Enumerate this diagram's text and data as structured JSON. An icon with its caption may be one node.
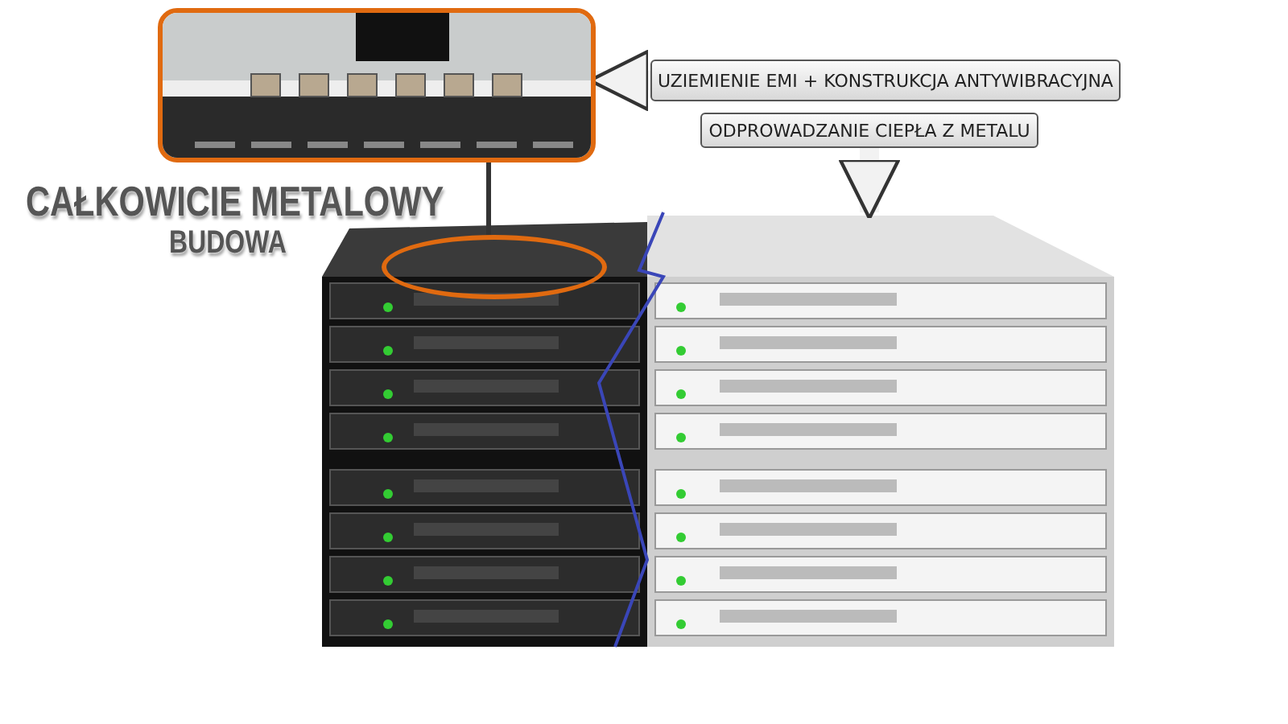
{
  "diagram": {
    "nodes": [
      {
        "text": [],
        "shape": "picture"
      },
      {
        "text": [],
        "shape": "ellipse"
      },
      {
        "text": [],
        "shape": "picture"
      },
      {
        "text": [
          "UZIEMIENIE EMI + KONSTRUKCJA ANTYWIBRACYJNA"
        ]
      },
      {
        "text": [
          "ODPROWADZANIE CIEPŁA Z METALU"
        ]
      }
    ],
    "edges": [
      {
        "from": 3,
        "to": 0,
        "arrow": "to"
      },
      {
        "from": 4,
        "to": 2,
        "arrow": "to"
      },
      {
        "from": 0,
        "to": 1,
        "arrow": "none",
        "color": "#333333"
      }
    ],
    "labels": [
      "CAŁKOWICIE METALOWY",
      "BUDOWA"
    ]
  }
}
